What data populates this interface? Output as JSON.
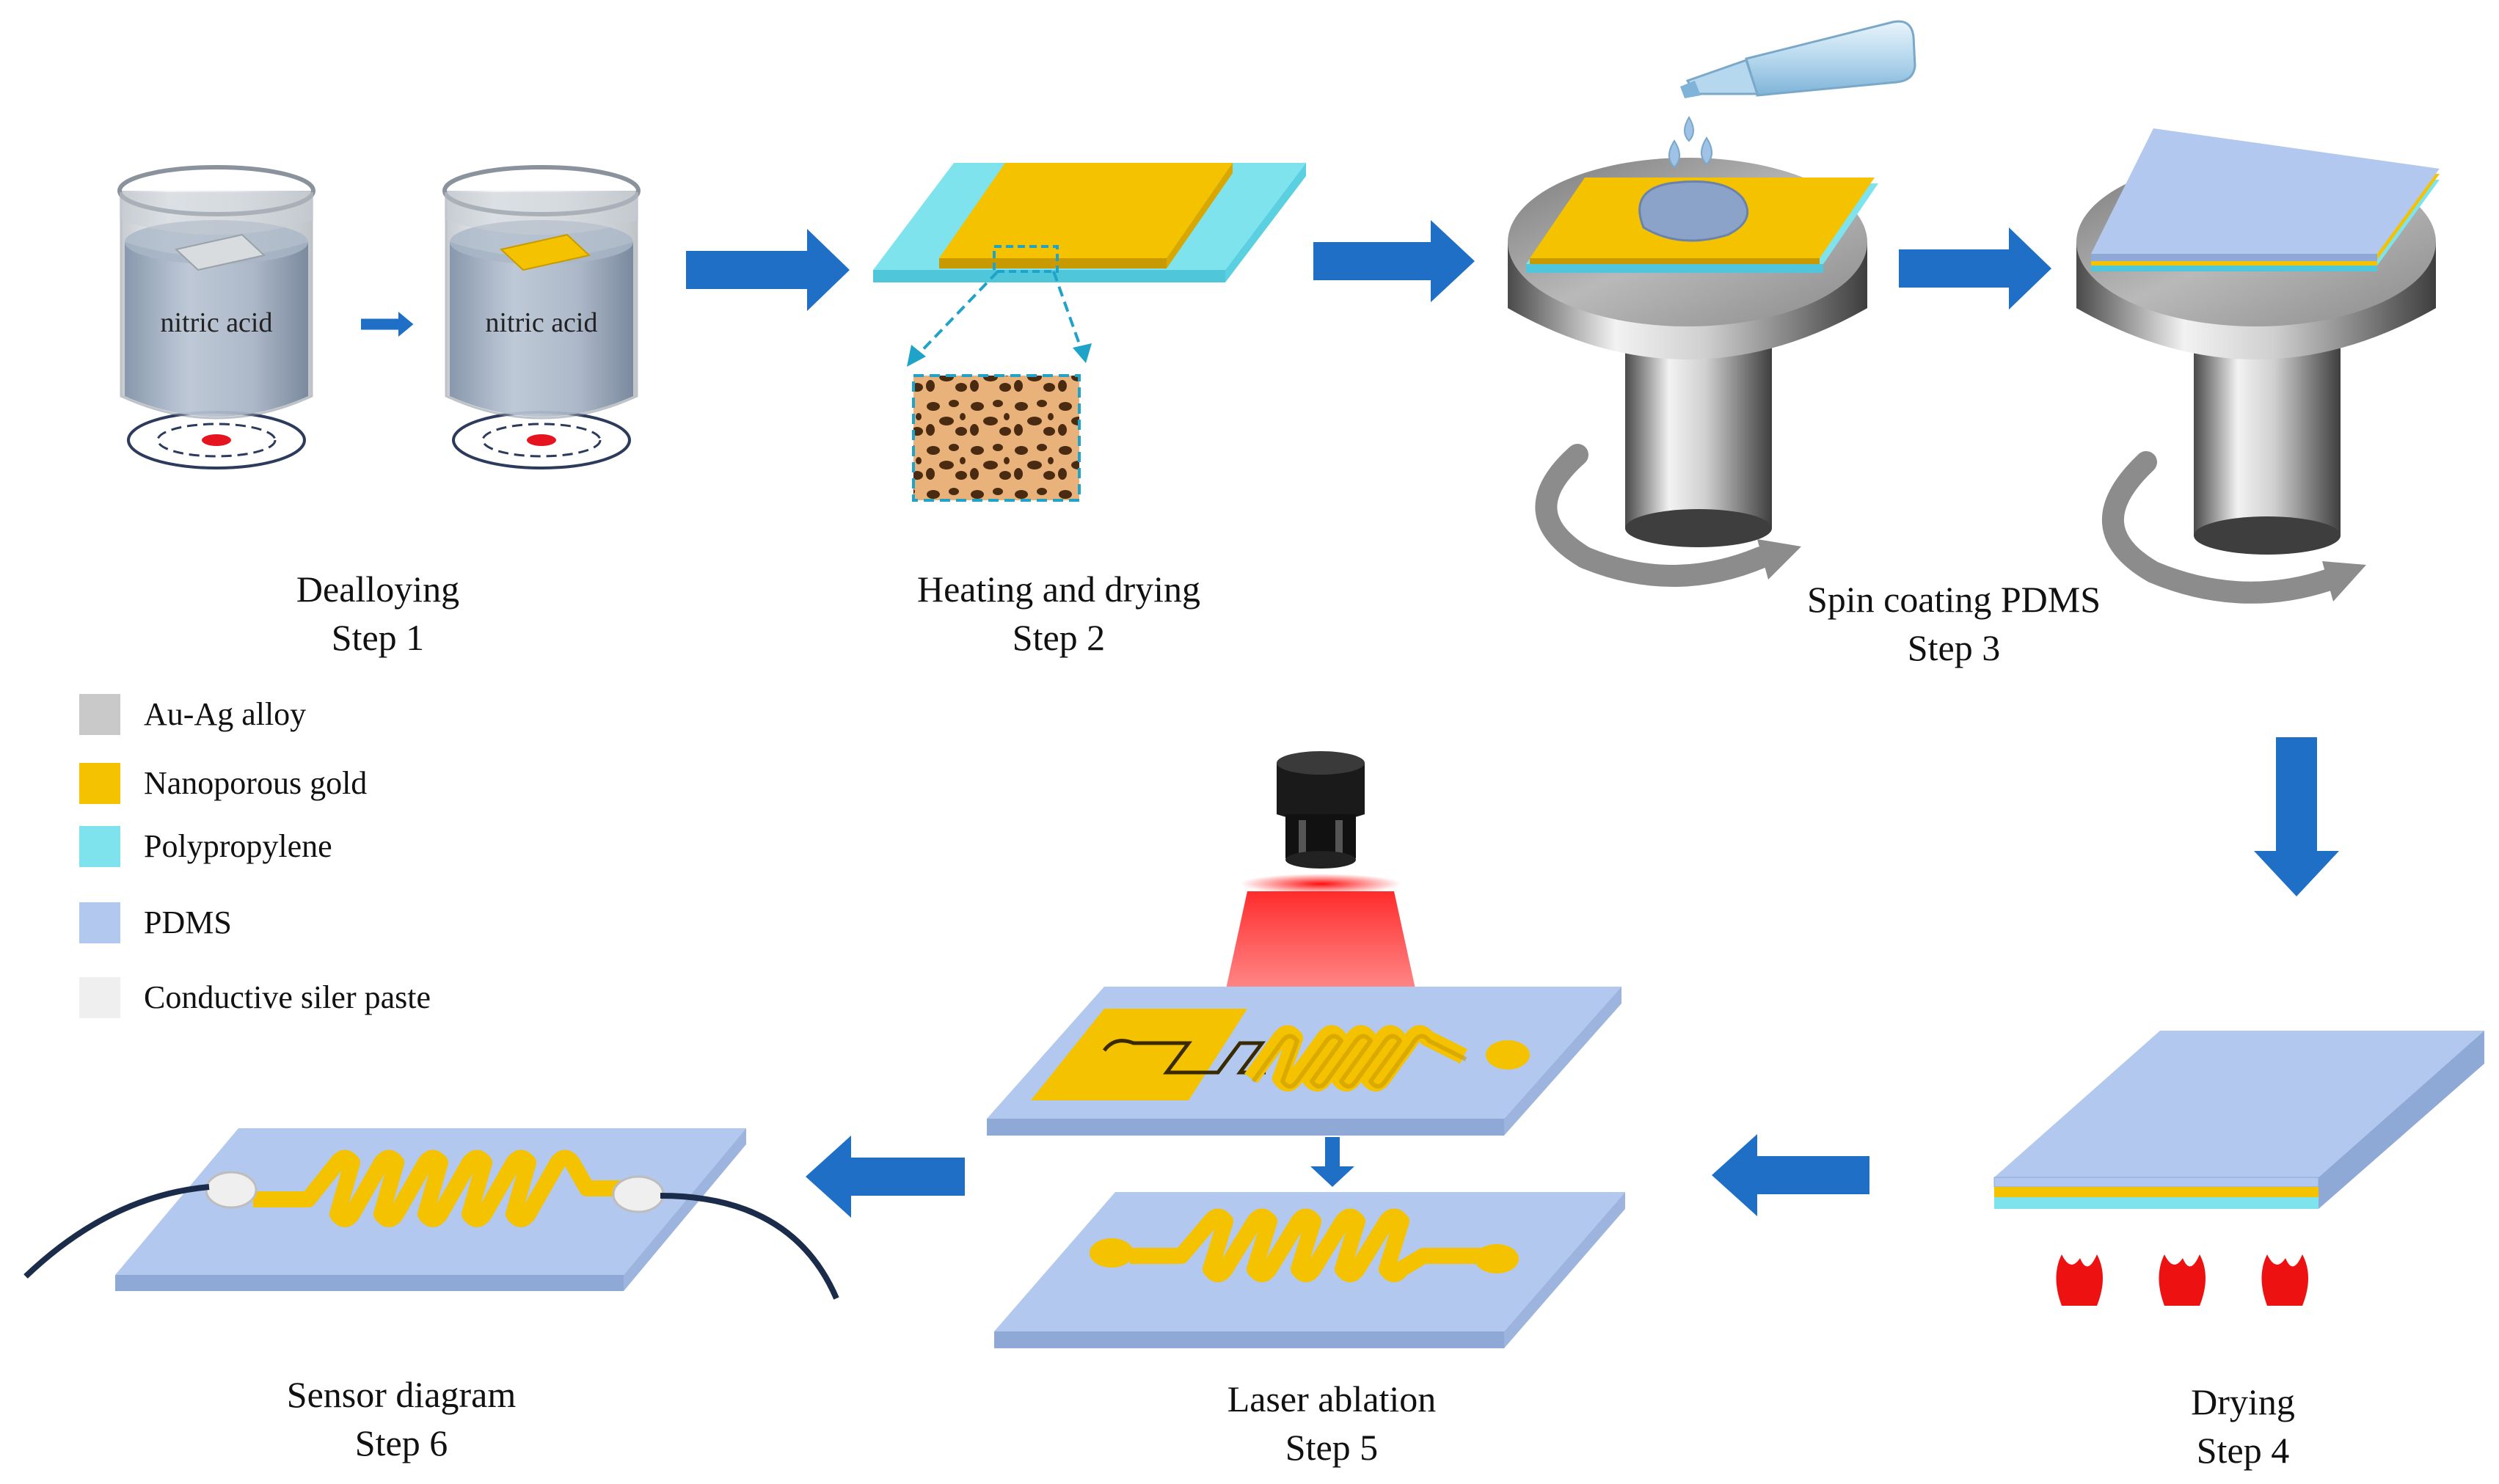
{
  "beaker_labels": [
    "nitric acid",
    "nitric acid"
  ],
  "steps": [
    {
      "title": "Dealloying",
      "step": "Step 1"
    },
    {
      "title": "Heating and drying",
      "step": "Step 2"
    },
    {
      "title": "Spin coating PDMS",
      "step": "Step 3"
    },
    {
      "title": "Drying",
      "step": "Step 4"
    },
    {
      "title": "Laser ablation",
      "step": "Step 5"
    },
    {
      "title": "Sensor diagram",
      "step": "Step 6"
    }
  ],
  "legend": [
    {
      "label": "Au-Ag alloy",
      "color": "#c9c9c9"
    },
    {
      "label": "Nanoporous gold",
      "color": "#f5c200"
    },
    {
      "label": "Polypropylene",
      "color": "#7fe3ee"
    },
    {
      "label": "PDMS",
      "color": "#b2c8ee"
    },
    {
      "label": "Conductive siler paste",
      "color": "#efefef"
    }
  ],
  "colors": {
    "arrow": "#1f6fc6",
    "gold": "#f5c200",
    "gold_dark": "#c99a00",
    "polypropylene": "#7fe3ee",
    "pdms": "#b2c8ee",
    "pdms_edge": "#8fa9d6",
    "laser": "#ff1a1a",
    "flame": "#ee1111"
  }
}
